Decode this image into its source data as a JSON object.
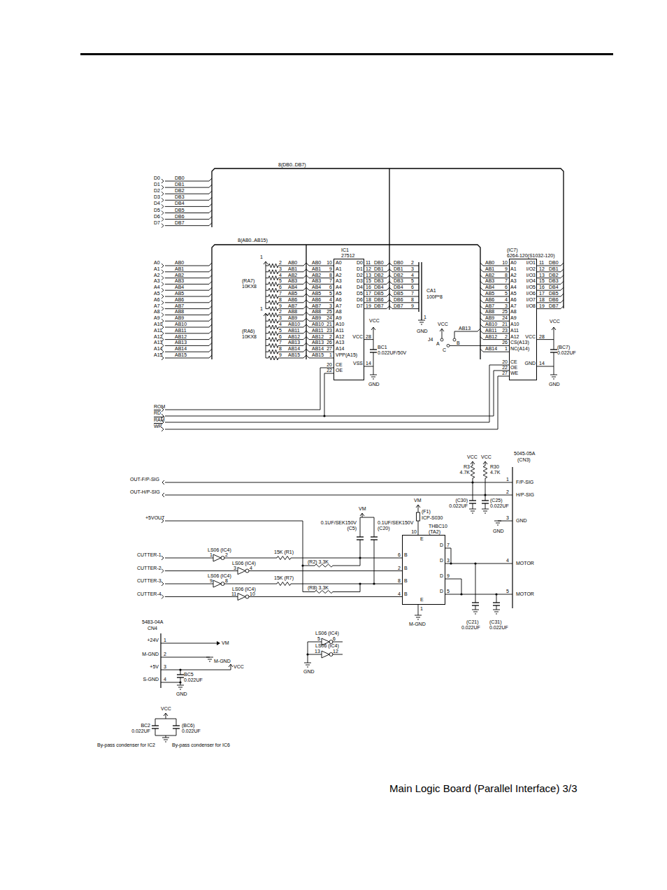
{
  "diagram": {
    "caption": "Main Logic Board (Parallel Interface) 3/3",
    "nodes": [
      {
        "text": [
          "IC1",
          "27512"
        ]
      },
      {
        "text": [
          "(IC7)",
          "6264-120(S1032-120)"
        ]
      },
      {
        "text": [
          "THBC10",
          "(TA2)"
        ]
      }
    ],
    "labels": [
      "8(DB0..DB7)",
      "D0",
      "D1",
      "D2",
      "D3",
      "D4",
      "D5",
      "D6",
      "D7",
      "DB0",
      "DB1",
      "DB2",
      "DB3",
      "DB4",
      "DB5",
      "DB6",
      "DB7",
      "8(AB0..AB15)",
      "A0",
      "A1",
      "A2",
      "A3",
      "A4",
      "A5",
      "A6",
      "A7",
      "A8",
      "A9",
      "A10",
      "A11",
      "A12",
      "A13",
      "A14",
      "A15",
      "AB0",
      "AB1",
      "AB2",
      "AB3",
      "AB4",
      "AB5",
      "AB6",
      "AB7",
      "AB8",
      "AB9",
      "AB10",
      "AB11",
      "AB12",
      "AB13",
      "AB14",
      "AB15",
      "(RA7)",
      "10KX8",
      "(RA6)",
      "10KX8",
      "1",
      "1",
      "2",
      "3",
      "4",
      "5",
      "6",
      "7",
      "8",
      "9",
      "2",
      "3",
      "4",
      "5",
      "6",
      "7",
      "8",
      "9",
      "AB0",
      "AB1",
      "AB2",
      "AB3",
      "AB4",
      "AB5",
      "AB6",
      "AB7",
      "AB8",
      "AB9",
      "AB10",
      "AB11",
      "AB12",
      "AB13",
      "AB14",
      "AB15",
      "AB0",
      "AB1",
      "AB2",
      "AB3",
      "AB4",
      "AB5",
      "AB6",
      "AB7",
      "AB8",
      "AB9",
      "AB10",
      "AB11",
      "AB12",
      "AB13",
      "AB14",
      "AB15",
      "10",
      "9",
      "8",
      "7",
      "6",
      "5",
      "4",
      "3",
      "25",
      "24",
      "21",
      "23",
      "2",
      "26",
      "27",
      "1",
      "A0",
      "A1",
      "A2",
      "A3",
      "A4",
      "A5",
      "A6",
      "A7",
      "A8",
      "A9",
      "A10",
      "A11",
      "A12",
      "A13",
      "A14",
      "VPP(A15)",
      "D0",
      "D1",
      "D2",
      "D3",
      "D4",
      "D5",
      "D6",
      "D7",
      "11",
      "12",
      "13",
      "15",
      "16",
      "17",
      "18",
      "19",
      "DB0",
      "DB1",
      "DB2",
      "DB3",
      "DB4",
      "DB5",
      "DB6",
      "DB7",
      "DB0",
      "DB1",
      "DB2",
      "DB3",
      "DB4",
      "DB5",
      "DB6",
      "DB7",
      "2",
      "3",
      "4",
      "5",
      "6",
      "7",
      "8",
      "9",
      "VCC",
      "VSS",
      "CE",
      "OE",
      "28",
      "14",
      "20",
      "22",
      "VCC",
      "BC1",
      "0.022UF/50V",
      "GND",
      "CA1",
      "100P*8",
      "1",
      "GND",
      "VCC",
      "J4",
      "A",
      "B",
      "C",
      "AB13",
      "AB0",
      "AB1",
      "AB2",
      "AB3",
      "AB4",
      "AB5",
      "AB6",
      "AB7",
      "AB8",
      "AB9",
      "AB10",
      "AB11",
      "AB12",
      "AB14",
      "10",
      "9",
      "8",
      "7",
      "6",
      "5",
      "4",
      "3",
      "25",
      "24",
      "21",
      "23",
      "2",
      "26",
      "1",
      "A0",
      "A1",
      "A2",
      "A3",
      "A4",
      "A5",
      "A6",
      "A7",
      "A8",
      "A9",
      "A10",
      "A11",
      "A12",
      "CS(A13)",
      "NC(A14)",
      "CE",
      "OE",
      "WE",
      "20",
      "22",
      "27",
      "I/O1",
      "I/O2",
      "I/O3",
      "I/O4",
      "I/O5",
      "I/O6",
      "I/O7",
      "I/O8",
      "VCC",
      "GND",
      "11",
      "12",
      "13",
      "15",
      "16",
      "17",
      "18",
      "19",
      "28",
      "14",
      "DB0",
      "DB1",
      "DB2",
      "DB3",
      "DB4",
      "DB5",
      "DB6",
      "DB7",
      "VCC",
      "(BC7)",
      "0.022UF",
      "GND",
      "ROM",
      "RD",
      "RAM",
      "WR",
      "OUT-F/P-SIG",
      "OUT-H/P-SIG",
      "+5VOUT",
      "CUTTER-1",
      "CUTTER-2",
      "CUTTER-3",
      "CUTTER-4",
      "LS06 (IC4)",
      "1",
      "2",
      "LS06 (IC4)",
      "3",
      "4",
      "LS06 (IC4)",
      "9",
      "8",
      "LS06 (IC4)",
      "11",
      "10",
      "15K (R1)",
      "(R2) 3.3K",
      "15K (R7)",
      "(R8) 3.3K",
      "VM",
      "0.1UF/SEK150V",
      "(C5)",
      "0.1UF/SEK150V",
      "(C20)",
      "VM",
      "(F1)",
      "ICP-S030",
      "10",
      "E",
      "B",
      "B",
      "B",
      "B",
      "6",
      "2",
      "8",
      "4",
      "D",
      "D",
      "D",
      "D",
      "7",
      "3",
      "9",
      "5",
      "E",
      "1",
      "M-GND",
      "(C21)",
      "0.022UF",
      "(C31)",
      "0.022UF",
      "5045-05A",
      "(CN3)",
      "1",
      "2",
      "3",
      "4",
      "5",
      "F/P-SIG",
      "H/P-SIG",
      "GND",
      "MOTOR",
      "MOTOR",
      "GND",
      "VCC",
      "VCC",
      "R3",
      "4.7K",
      "R30",
      "4.7K",
      "(C30)",
      "0.022UF",
      "(C25)",
      "0.022UF",
      "LS06 (IC4)",
      "5",
      "6",
      "LS06 (IC4)",
      "13",
      "12",
      "GND",
      "5483-04A",
      "CN4",
      "+24V",
      "M-GND",
      "+5V",
      "S-GND",
      "1",
      "2",
      "3",
      "4",
      "VM",
      "M-GND",
      "VCC",
      "BC5",
      "0.022UF",
      "GND",
      "VCC",
      "BC2",
      "0.022UF",
      "(BC6)",
      "0.022UF",
      "By-pass condenser for IC2",
      "By-pass condenser for IC6"
    ]
  }
}
